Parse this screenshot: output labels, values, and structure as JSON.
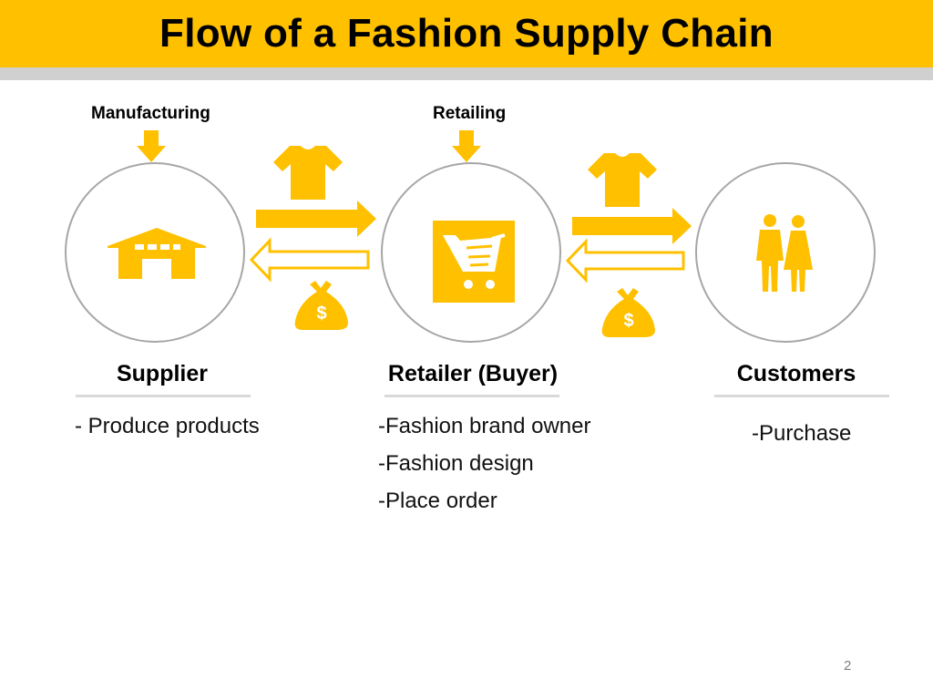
{
  "slide": {
    "title": "Flow of a Fashion Supply Chain",
    "page_number": "2"
  },
  "stages": {
    "manufacturing": "Manufacturing",
    "retailing": "Retailing"
  },
  "entities": [
    {
      "name": "Supplier",
      "icon": "warehouse-icon",
      "descriptions": [
        "- Produce products"
      ]
    },
    {
      "name": "Retailer (Buyer)",
      "icon": "shopping-cart-icon",
      "descriptions": [
        "-Fashion brand owner",
        "-Fashion design",
        "-Place order"
      ]
    },
    {
      "name": "Customers",
      "icon": "people-icon",
      "descriptions": [
        "-Purchase"
      ]
    }
  ],
  "flows": [
    {
      "goods_icon": "tshirt-icon",
      "payment_icon": "money-bag-icon",
      "payment_symbol": "$"
    },
    {
      "goods_icon": "tshirt-icon",
      "payment_icon": "money-bag-icon",
      "payment_symbol": "$"
    }
  ],
  "colors": {
    "accent": "#FFC000",
    "circle_stroke": "#A6A6A6",
    "divider": "#D9D9D9"
  }
}
